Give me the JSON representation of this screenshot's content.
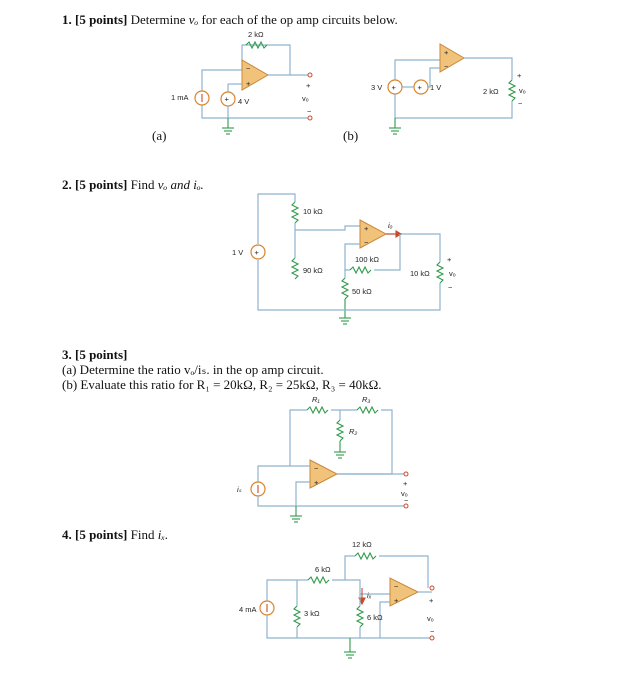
{
  "q1": {
    "num": "1.",
    "points": "[5 points]",
    "text": "Determine",
    "var": "vₒ",
    "rest": "for each of the op amp circuits below.",
    "sub_a": "(a)",
    "sub_b": "(b)",
    "a": {
      "r_label": "2 kΩ",
      "src1": "1 mA",
      "src2": "4 V",
      "vo": "vₒ"
    },
    "b": {
      "src1": "3 V",
      "src2": "1 V",
      "r_label": "2 kΩ",
      "vo": "vₒ"
    }
  },
  "q2": {
    "num": "2.",
    "points": "[5 points]",
    "text": "Find",
    "rest": "vₒ and iₒ.",
    "labels": {
      "r1": "10 kΩ",
      "r2": "90 kΩ",
      "r3": "100 kΩ",
      "r4": "50 kΩ",
      "r5": "10 kΩ",
      "src": "1 V",
      "io": "iₒ",
      "vo": "vₒ"
    }
  },
  "q3": {
    "num": "3.",
    "points": "[5 points]",
    "line_a": "(a) Determine the ratio vₒ/iₛ. in the op amp circuit.",
    "line_b": "(b) Evaluate this ratio for R₁ = 20kΩ, R₂ = 25kΩ, R₃ = 40kΩ.",
    "labels": {
      "r1": "R₁",
      "r2": "R₂",
      "r3": "R₃",
      "src": "iₛ",
      "vo": "vₒ"
    }
  },
  "q4": {
    "num": "4.",
    "points": "[5 points]",
    "text": "Find",
    "rest": "iₓ.",
    "labels": {
      "r1": "12 kΩ",
      "r2": "6 kΩ",
      "r3": "3 kΩ",
      "r4": "6 kΩ",
      "src": "4 mA",
      "ix": "iₓ",
      "vo": "vₒ"
    }
  }
}
